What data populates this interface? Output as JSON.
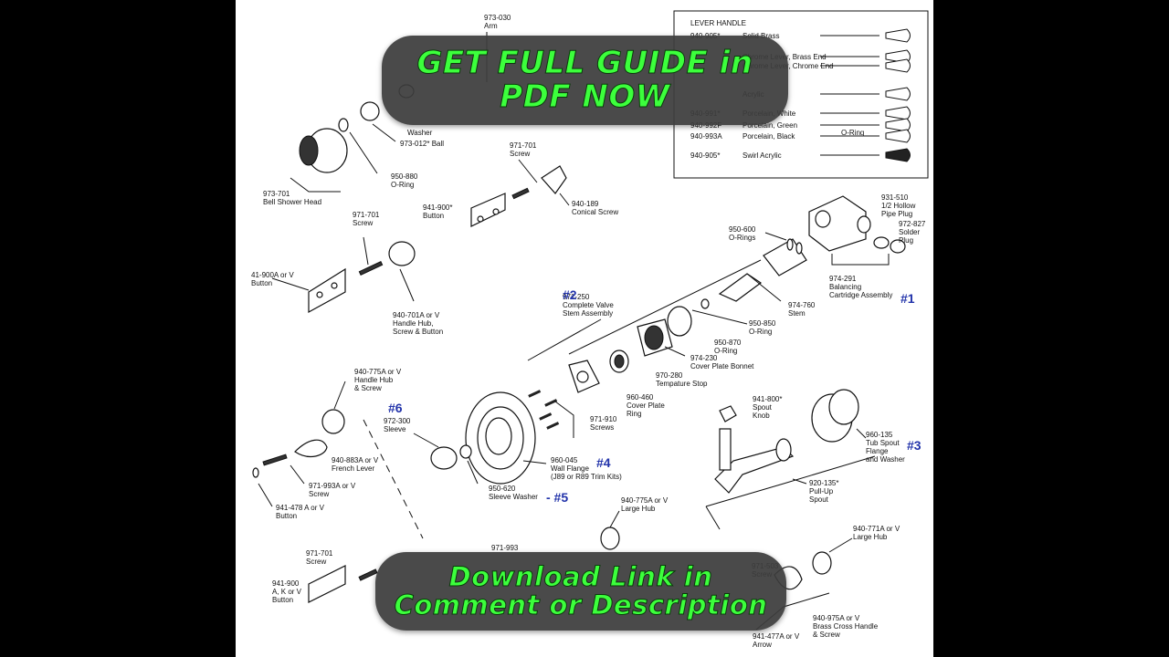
{
  "overlay": {
    "top_line1": "GET FULL GUIDE in",
    "top_line2": "PDF NOW",
    "bottom_line1": "Download Link in",
    "bottom_line2": "Comment or Description",
    "text_color": "#3cff3c",
    "pill_color": "#3c3c3c"
  },
  "legend": {
    "title": "LEVER HANDLE",
    "rows": [
      {
        "code": "940-905*",
        "desc": "Solid Brass"
      },
      {
        "code": "",
        "desc": "Chrome Lever, Brass End"
      },
      {
        "code": "",
        "desc": "Chrome Lever, Chrome End"
      },
      {
        "code": "",
        "desc": "Acrylic"
      },
      {
        "code": "940-991*",
        "desc": "Porcelain, White"
      },
      {
        "code": "940-992F",
        "desc": "Porcelain, Green"
      },
      {
        "code": "940-993A",
        "desc": "Porcelain, Black"
      },
      {
        "code": "940-905*",
        "desc": "Swirl Acrylic"
      }
    ],
    "oring_label": "O-Ring"
  },
  "parts": {
    "arm": "973-030\nArm",
    "washer": "Washer",
    "ball": "973-012* Ball",
    "oring_950_880": "950-880\nO-Ring",
    "bell_head": "973-701\nBell Shower Head",
    "screw_971_701_top": "971-701\nScrew",
    "button_941_900": "941-900*\nButton",
    "conical_screw": "940-189\nConical Screw",
    "screw_971_701_mid": "971-701\nScrew",
    "button_941_900A": "41-900A or V\nButton",
    "handle_hub_940_701A": "940-701A or V\nHandle Hub,\nScrew & Button",
    "hollow_pipe_plug": "931-510\n1/2 Hollow\nPipe Plug",
    "solder_plug": "972-827\nSolder\nPlug",
    "orings_950_600": "950-600\nO-Rings",
    "balancing_cartridge": "974-291\nBalancing\nCartridge Assembly",
    "stem": "974-760\nStem",
    "valve_stem": "971-250\nComplete Valve\nStem Assembly",
    "oring_950_850": "950-850\nO-Ring",
    "oring_950_870": "950-870\nO-Ring",
    "cover_plate_bonnet": "974-230\nCover Plate Bonnet",
    "temperature_stop": "970-280\nTempature Stop",
    "cover_plate_ring": "960-460\nCover Plate\nRing",
    "screws_971_910": "971-910\nScrews",
    "handle_hub_940_775A": "940-775A or V\nHandle Hub\n& Screw",
    "sleeve": "972-300\nSleeve",
    "french_lever": "940-883A or V\nFrench Lever",
    "screw_971_993A": "971-993A or V\nScrew",
    "button_941_478": "941-478 A or V\nButton",
    "wall_flange": "960-045\nWall Flange\n(J89 or R89 Trim Kits)",
    "sleeve_washer": "950-620\nSleeve Washer",
    "spout_knob": "941-800*\nSpout\nKnob",
    "tub_spout_flange": "960-135\nTub Spout\nFlange\nand Washer",
    "pull_up_spout": "920-135*\nPull-Up\nSpout",
    "large_hub_775": "940-775A or V\nLarge Hub",
    "screw_971_993": "971-993",
    "screw_971_701_low": "971-701\nScrew",
    "button_941_900_low": "941-900\nA, K or V\nButton",
    "large_hub_771": "940-771A or V\nLarge Hub",
    "screw_971_503": "971-503\nScrew",
    "cross_handle": "940-975A or V\nBrass Cross Handle\n& Screw",
    "arrow": "941-477A or V\nArrow"
  },
  "callouts": {
    "n1": "#1",
    "n2": "#2",
    "n3": "#3",
    "n4": "#4",
    "n5": "- #5",
    "n6": "#6"
  }
}
